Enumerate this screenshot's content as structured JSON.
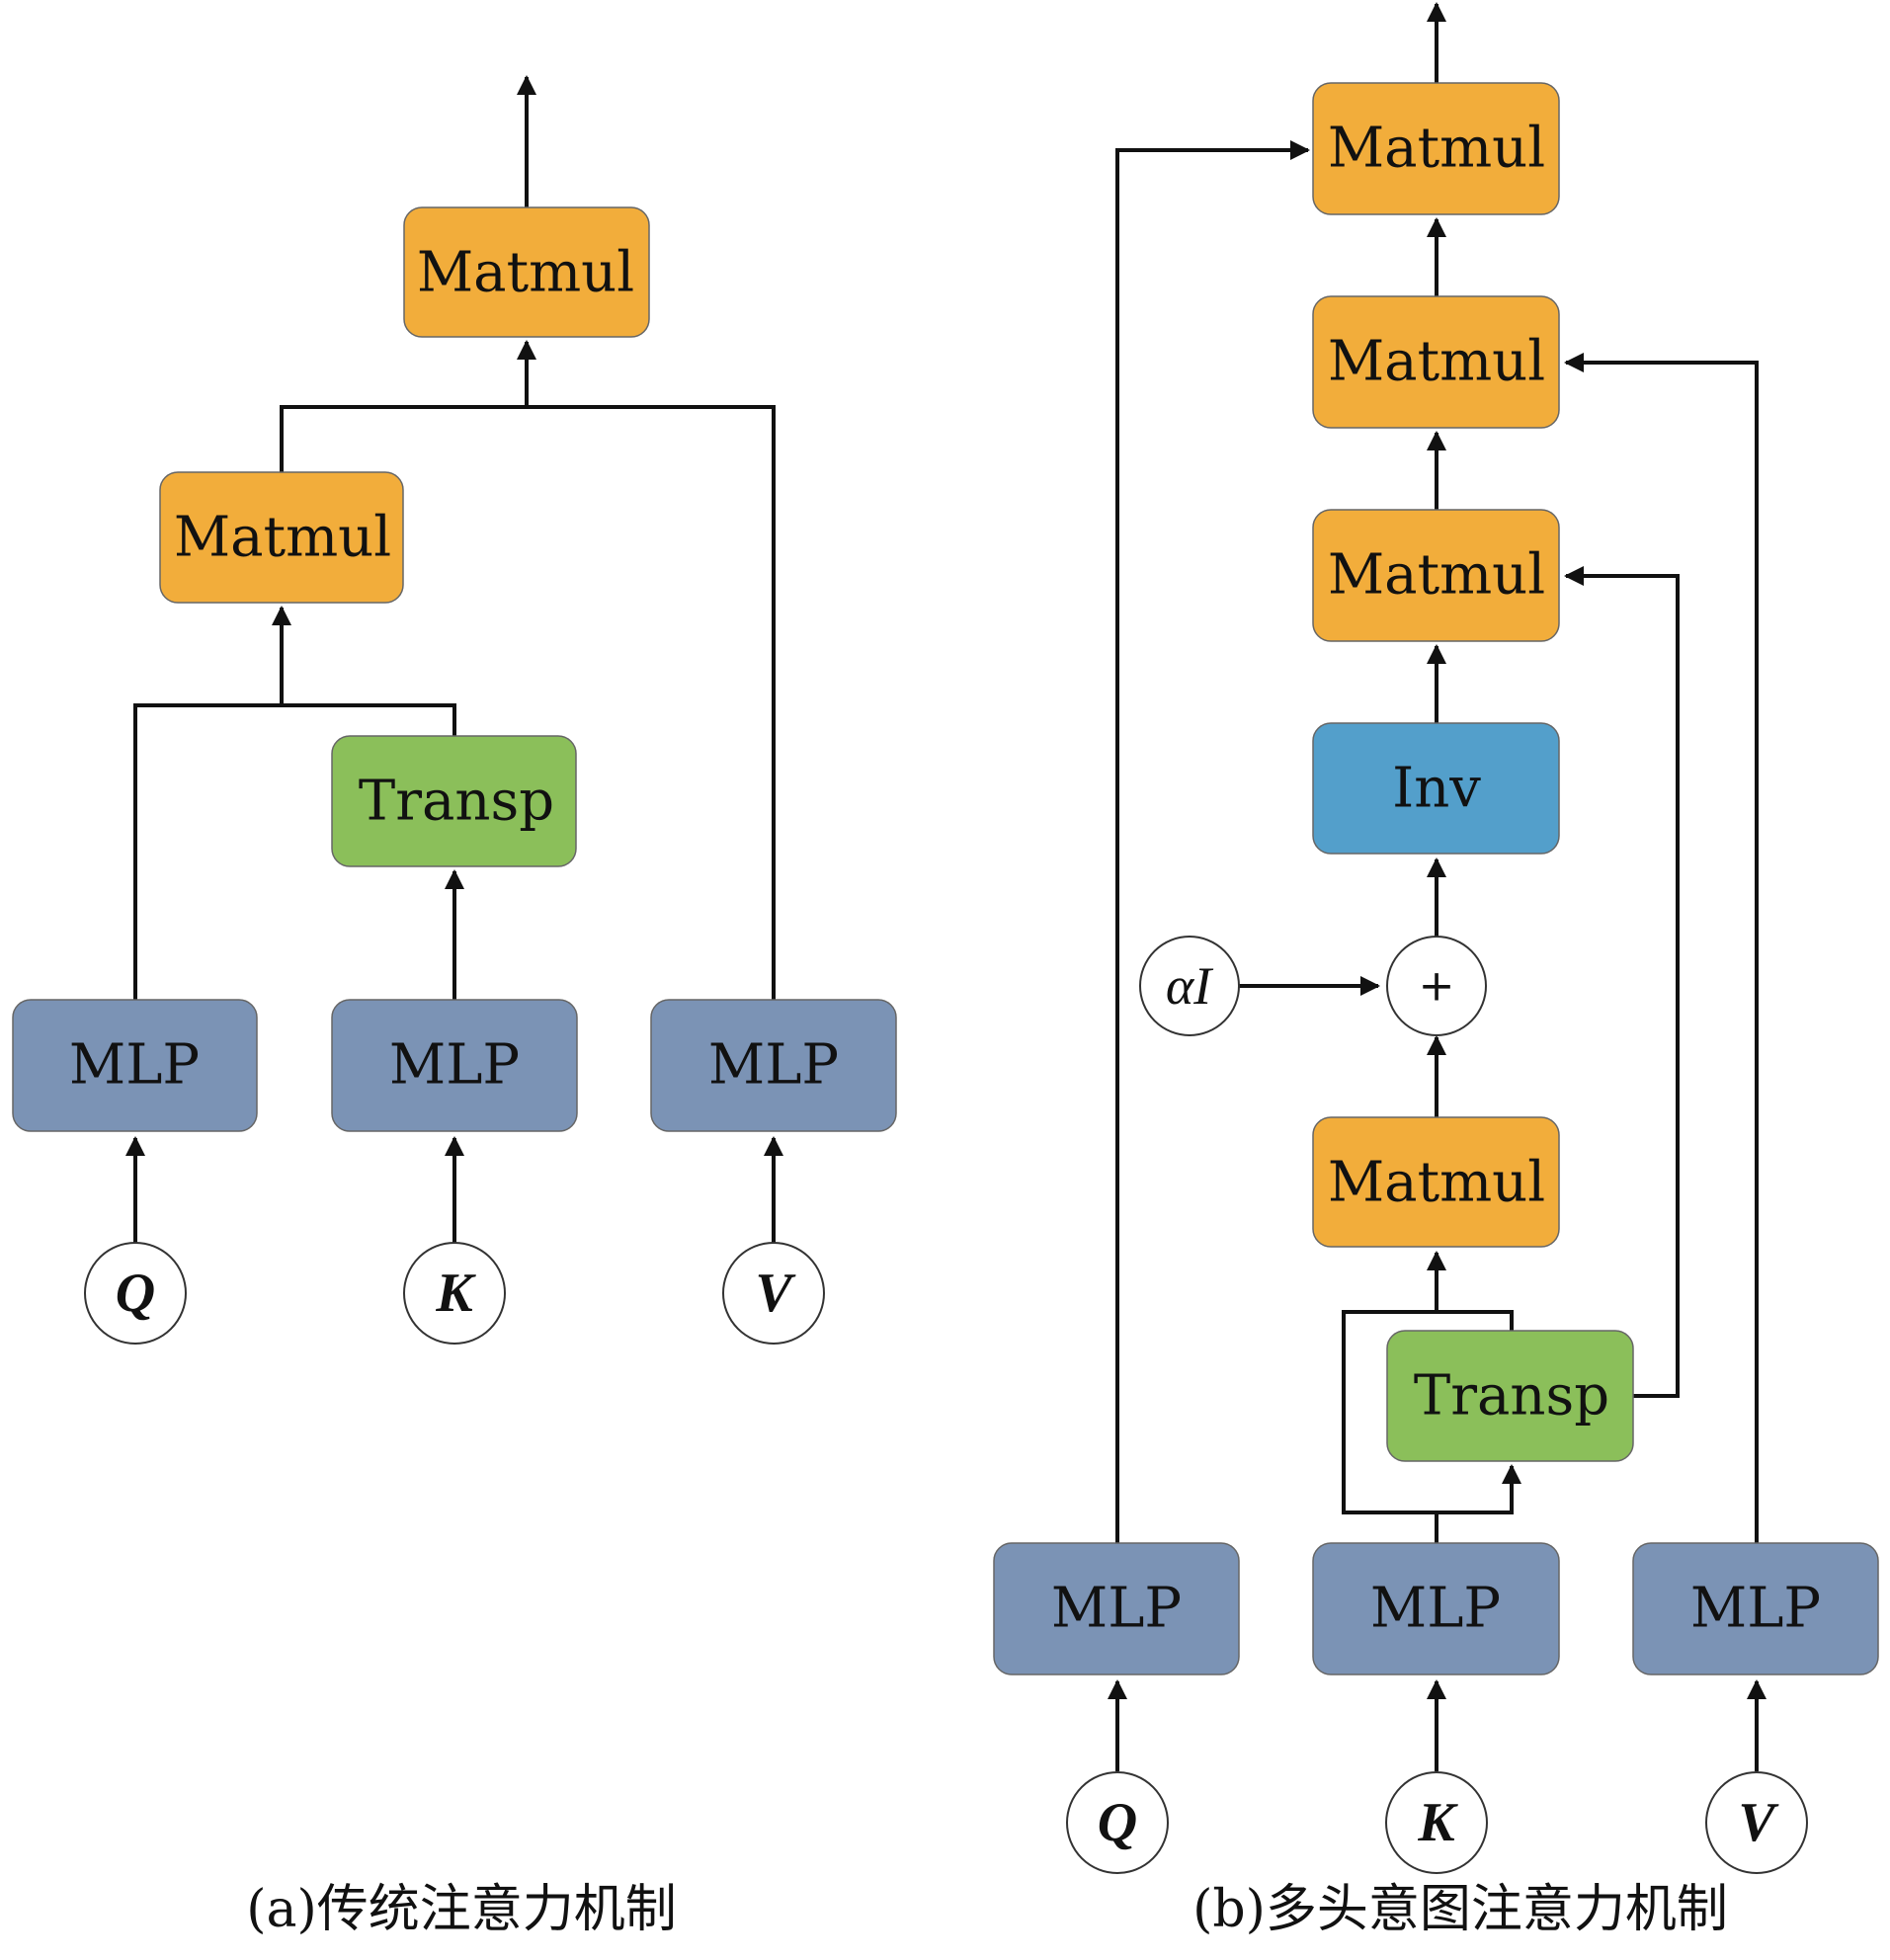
{
  "colors": {
    "matmul": "#F2AD3B",
    "transp": "#8BBF5A",
    "mlp": "#7B93B5",
    "inv": "#539FCB",
    "edge": "#111111"
  },
  "panel_a": {
    "caption": "(a)传统注意力机制",
    "nodes": {
      "mlp_q": "MLP",
      "mlp_k": "MLP",
      "mlp_v": "MLP",
      "transp": "Transp",
      "matmul_1": "Matmul",
      "matmul_2": "Matmul"
    },
    "inputs": {
      "q": "Q",
      "k": "K",
      "v": "V"
    }
  },
  "panel_b": {
    "caption": "(b)多头意图注意力机制",
    "nodes": {
      "mlp_q": "MLP",
      "mlp_k": "MLP",
      "mlp_v": "MLP",
      "transp": "Transp",
      "matmul_1": "Matmul",
      "plus": "+",
      "alpha_i": "αI",
      "inv": "Inv",
      "matmul_2": "Matmul",
      "matmul_3": "Matmul",
      "matmul_4": "Matmul"
    },
    "inputs": {
      "q": "Q",
      "k": "K",
      "v": "V"
    }
  }
}
